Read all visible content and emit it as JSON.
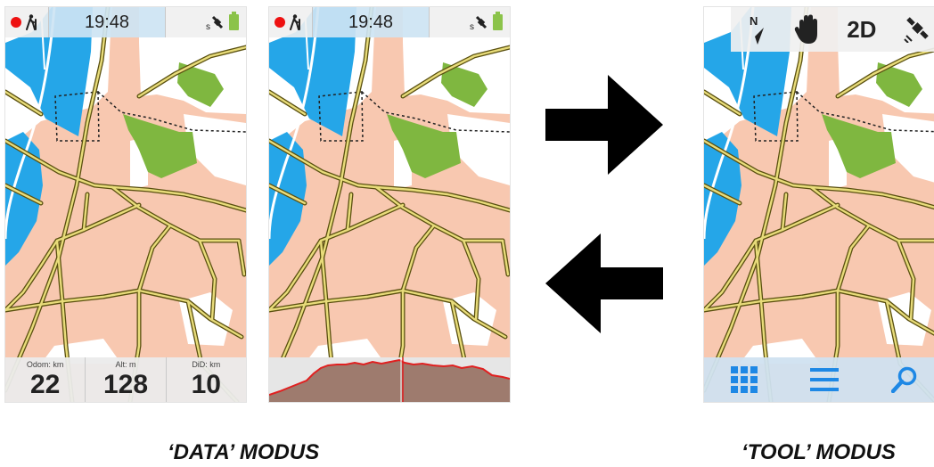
{
  "status_bar": {
    "time": "19:48"
  },
  "data_fields": [
    {
      "label": "Odom: km",
      "value": "22"
    },
    {
      "label": "Alt: m",
      "value": "128"
    },
    {
      "label": "DiD: km",
      "value": "10"
    }
  ],
  "toolbar": {
    "compass_letter": "N",
    "mode_label": "2D"
  },
  "icons": {
    "recording": "record-dot-icon",
    "activity": "hiker-icon",
    "gps": "satellite-icon",
    "battery": "battery-icon",
    "compass": "north-arrow-icon",
    "pan": "hand-icon",
    "gps_toggle": "satellite-icon",
    "grid": "grid-icon",
    "menu": "menu-icon",
    "search": "search-icon"
  },
  "captions": {
    "data_mode": "‘DATA’ MODUS",
    "tool_mode": "‘TOOL’ MODUS"
  },
  "colors": {
    "water": "#25a6e8",
    "urban": "#f8c8b0",
    "park": "#7fb740",
    "road_fill": "#e8dc7a",
    "road_outline": "#5a5010",
    "profile_fill": "#9e7b6e",
    "profile_line": "#e02020",
    "recording": "#ee1111",
    "battery": "#8bc34a",
    "tool_icons": "#1e88e5"
  }
}
